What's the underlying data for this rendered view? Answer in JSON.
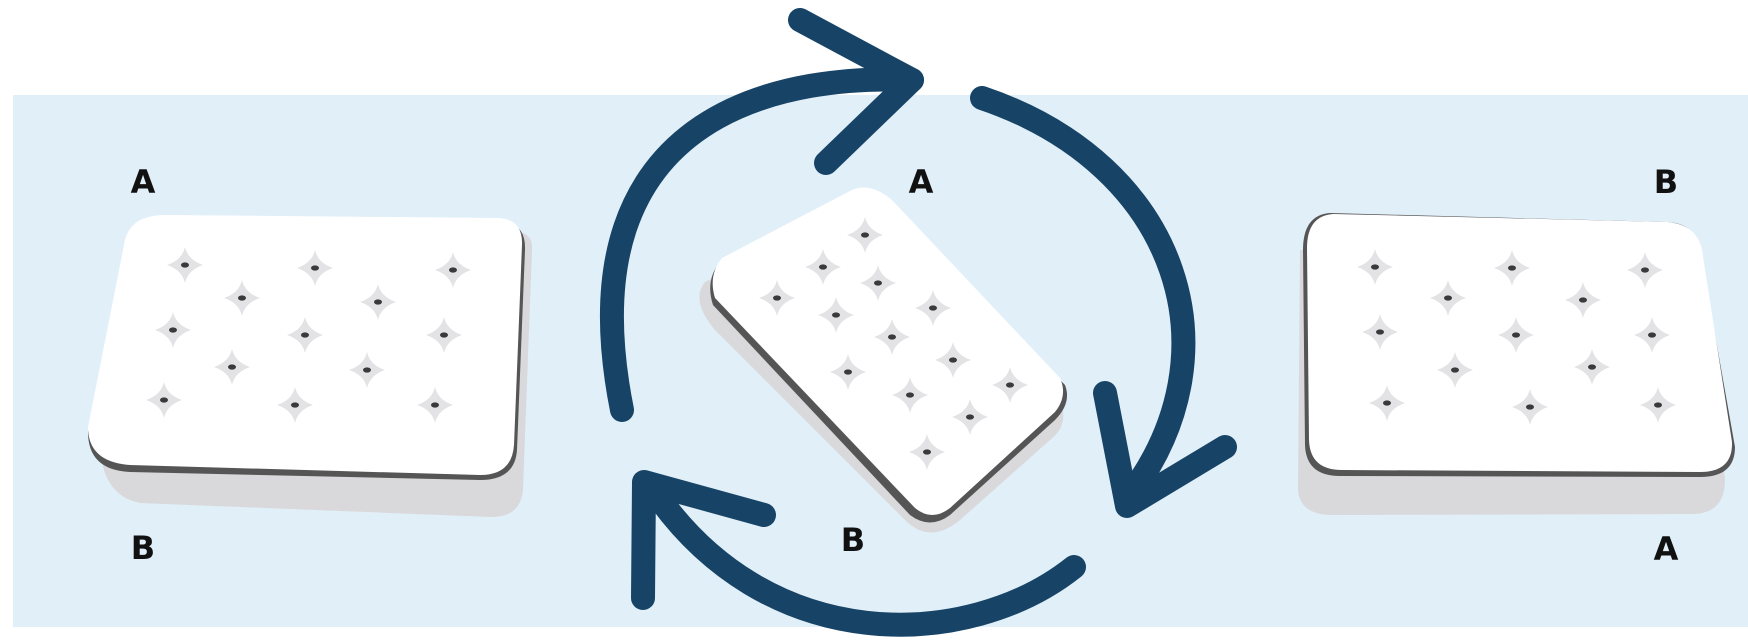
{
  "colors": {
    "background_band": "#e1eff8",
    "arrow": "#174466",
    "mattress_fill": "#ffffff",
    "mattress_edge": "#555555",
    "mattress_shadow": "#d9d9dc",
    "tuft": "#e3e3e6",
    "tuft_dot": "#3a3a3a"
  },
  "icons": {
    "rotation_arrows": "circular-rotate-arrows",
    "mattress": "tufted-mattress"
  },
  "labels": {
    "left_top": "A",
    "left_bottom": "B",
    "center_top": "A",
    "center_bottom": "B",
    "right_top": "B",
    "right_bottom": "A"
  }
}
